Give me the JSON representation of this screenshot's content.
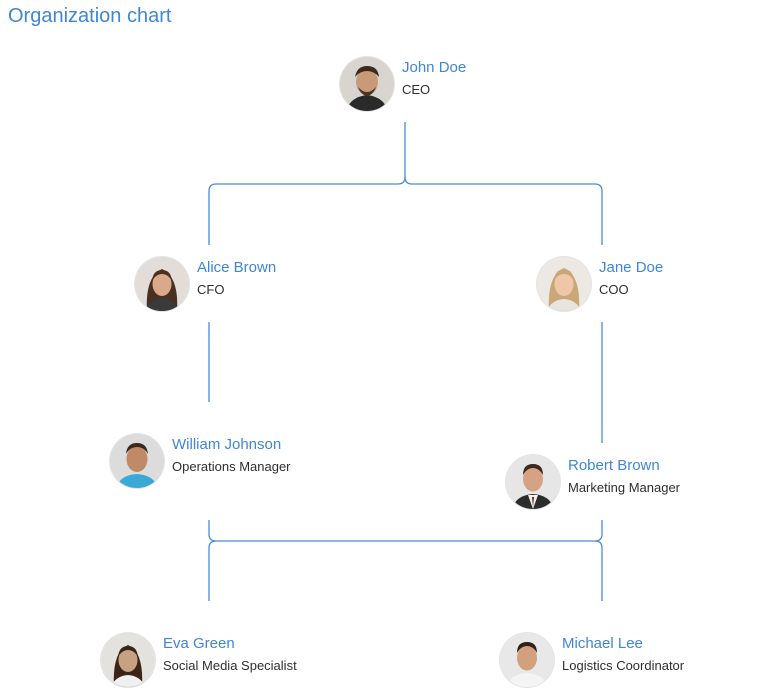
{
  "title": "Organization chart",
  "nodes": [
    {
      "name": "John Doe",
      "role": "CEO"
    },
    {
      "name": "Alice Brown",
      "role": "CFO"
    },
    {
      "name": "Jane Doe",
      "role": "COO"
    },
    {
      "name": "William Johnson",
      "role": "Operations Manager"
    },
    {
      "name": "Robert Brown",
      "role": "Marketing Manager"
    },
    {
      "name": "Eva Green",
      "role": "Social Media Specialist"
    },
    {
      "name": "Michael Lee",
      "role": "Logistics Coordinator"
    }
  ],
  "colors": {
    "title": "#3f86d4",
    "name": "#3f86d4",
    "role": "#2e2e2e",
    "connector": "#4a8ad8"
  },
  "icons": [
    "avatar-photo-icon"
  ]
}
